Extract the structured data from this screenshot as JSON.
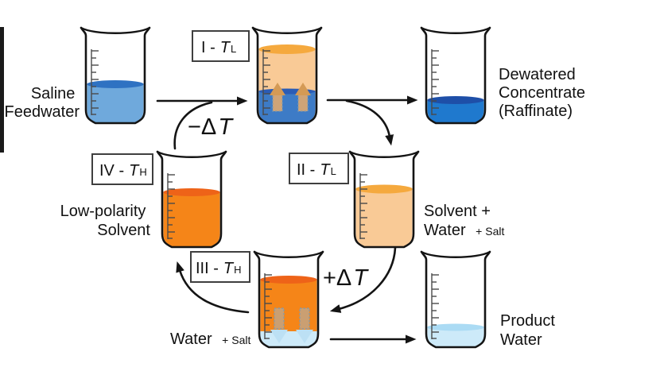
{
  "diagram": {
    "background": "#ffffff",
    "accent_green": "#00A551",
    "line_color": "#141414"
  },
  "stage_tags": {
    "s1": {
      "prefix": "I -",
      "symbol": "T",
      "sub": "L"
    },
    "s2": {
      "prefix": "II -",
      "symbol": "T",
      "sub": "L"
    },
    "s3": {
      "prefix": "III -",
      "symbol": "T",
      "sub": "H"
    },
    "s4": {
      "prefix": "IV -",
      "symbol": "T",
      "sub": "H"
    }
  },
  "delta_labels": {
    "minus": {
      "sign_delta": "−Δ",
      "t": "T"
    },
    "plus": {
      "sign_delta": "+Δ",
      "t": "T"
    }
  },
  "beaker_labels": {
    "saline": {
      "line1": "Saline",
      "line2": "Feedwater"
    },
    "dewatered": {
      "line1": "Dewatered",
      "line2": "Concentrate",
      "line3": "(Raffinate)"
    },
    "low_polarity": {
      "line1": "Low-polarity",
      "line2": "Solvent"
    },
    "solvent_water": {
      "line1": "Solvent +",
      "line2": "Water",
      "line2_small": "+ Salt"
    },
    "water_salt": {
      "main": "Water",
      "small": "+ Salt"
    },
    "product": {
      "line1": "Product",
      "line2": "Water"
    }
  },
  "colors": {
    "saline_body": "#6FA9DC",
    "saline_surface": "#2F72C2",
    "raffinate_body": "#1F79CE",
    "raffinate_surface": "#1E4FA8",
    "solvent_rich_body": "#F9CA96",
    "solvent_rich_surface": "#F5A93E",
    "hot_solvent_body": "#F58518",
    "hot_solvent_surface": "#EE6318",
    "mix_blue_body": "#3D7BC6",
    "mix_blue_surface": "#2B5CB5",
    "product_body": "#CDEAF9",
    "product_surface": "#ABDBF4",
    "up_arrow_fill": "#D49A55",
    "up_arrow_stem": "#CFA477",
    "down_arrow_head": "#BCE0F4",
    "dashed_outline": "#7F99AD"
  }
}
